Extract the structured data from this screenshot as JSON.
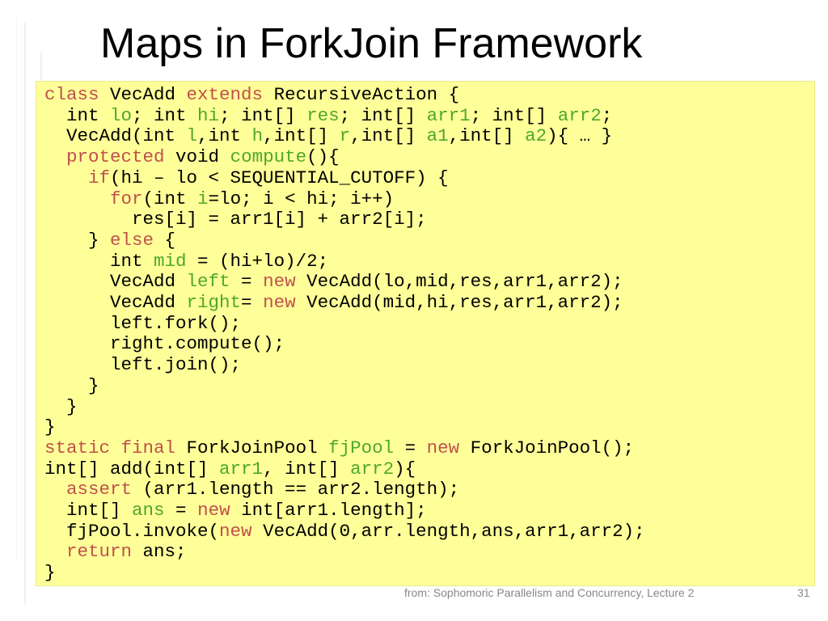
{
  "slide": {
    "title": "Maps in ForkJoin Framework",
    "footer": "from: Sophomoric Parallelism and Concurrency, Lecture 2",
    "page_number": "31"
  },
  "colors": {
    "keyword": "#c0504d",
    "identifier": "#4ea72e",
    "code_background": "#ffff99"
  },
  "code_lines": [
    [
      [
        "kw",
        "class"
      ],
      [
        "t",
        " VecAdd "
      ],
      [
        "kw",
        "extends"
      ],
      [
        "t",
        " RecursiveAction {"
      ]
    ],
    [
      [
        "t",
        "  int "
      ],
      [
        "id",
        "lo"
      ],
      [
        "t",
        "; int "
      ],
      [
        "id",
        "hi"
      ],
      [
        "t",
        "; int[] "
      ],
      [
        "id",
        "res"
      ],
      [
        "t",
        "; int[] "
      ],
      [
        "id",
        "arr1"
      ],
      [
        "t",
        "; int[] "
      ],
      [
        "id",
        "arr2"
      ],
      [
        "t",
        ";"
      ]
    ],
    [
      [
        "t",
        "  VecAdd(int "
      ],
      [
        "id",
        "l"
      ],
      [
        "t",
        ",int "
      ],
      [
        "id",
        "h"
      ],
      [
        "t",
        ",int[] "
      ],
      [
        "id",
        "r"
      ],
      [
        "t",
        ",int[] "
      ],
      [
        "id",
        "a1"
      ],
      [
        "t",
        ",int[] "
      ],
      [
        "id",
        "a2"
      ],
      [
        "t",
        "){ … }"
      ]
    ],
    [
      [
        "t",
        "  "
      ],
      [
        "kw",
        "protected"
      ],
      [
        "t",
        " void "
      ],
      [
        "id",
        "compute"
      ],
      [
        "t",
        "(){"
      ]
    ],
    [
      [
        "t",
        "    "
      ],
      [
        "kw",
        "if"
      ],
      [
        "t",
        "(hi – lo < SEQUENTIAL_CUTOFF) {"
      ]
    ],
    [
      [
        "t",
        "      "
      ],
      [
        "kw",
        "for"
      ],
      [
        "t",
        "(int "
      ],
      [
        "id",
        "i"
      ],
      [
        "t",
        "=lo; i < hi; i++)"
      ]
    ],
    [
      [
        "t",
        "        res[i] = arr1[i] + arr2[i];"
      ]
    ],
    [
      [
        "t",
        "    } "
      ],
      [
        "kw",
        "else"
      ],
      [
        "t",
        " {"
      ]
    ],
    [
      [
        "t",
        "      int "
      ],
      [
        "id",
        "mid"
      ],
      [
        "t",
        " = (hi+lo)/2;"
      ]
    ],
    [
      [
        "t",
        "      VecAdd "
      ],
      [
        "id",
        "left"
      ],
      [
        "t",
        " = "
      ],
      [
        "kw",
        "new"
      ],
      [
        "t",
        " VecAdd(lo,mid,res,arr1,arr2);"
      ]
    ],
    [
      [
        "t",
        "      VecAdd "
      ],
      [
        "id",
        "right"
      ],
      [
        "t",
        "= "
      ],
      [
        "kw",
        "new"
      ],
      [
        "t",
        " VecAdd(mid,hi,res,arr1,arr2);"
      ]
    ],
    [
      [
        "t",
        "      left.fork();"
      ]
    ],
    [
      [
        "t",
        "      right.compute();"
      ]
    ],
    [
      [
        "t",
        "      left.join();"
      ]
    ],
    [
      [
        "t",
        "    }"
      ]
    ],
    [
      [
        "t",
        "  }"
      ]
    ],
    [
      [
        "t",
        "}"
      ]
    ],
    [
      [
        "kw",
        "static"
      ],
      [
        "t",
        " "
      ],
      [
        "kw",
        "final"
      ],
      [
        "t",
        " ForkJoinPool "
      ],
      [
        "id",
        "fjPool"
      ],
      [
        "t",
        " = "
      ],
      [
        "kw",
        "new"
      ],
      [
        "t",
        " ForkJoinPool();"
      ]
    ],
    [
      [
        "t",
        "int[] add(int[] "
      ],
      [
        "id",
        "arr1"
      ],
      [
        "t",
        ", int[] "
      ],
      [
        "id",
        "arr2"
      ],
      [
        "t",
        "){"
      ]
    ],
    [
      [
        "t",
        "  "
      ],
      [
        "kw",
        "assert"
      ],
      [
        "t",
        " (arr1.length == arr2.length);"
      ]
    ],
    [
      [
        "t",
        "  int[] "
      ],
      [
        "id",
        "ans"
      ],
      [
        "t",
        " = "
      ],
      [
        "kw",
        "new"
      ],
      [
        "t",
        " int[arr1.length];"
      ]
    ],
    [
      [
        "t",
        "  fjPool.invoke("
      ],
      [
        "kw",
        "new"
      ],
      [
        "t",
        " VecAdd(0,arr.length,ans,arr1,arr2);"
      ]
    ],
    [
      [
        "t",
        "  "
      ],
      [
        "kw",
        "return"
      ],
      [
        "t",
        " ans;"
      ]
    ],
    [
      [
        "t",
        "}"
      ]
    ]
  ]
}
